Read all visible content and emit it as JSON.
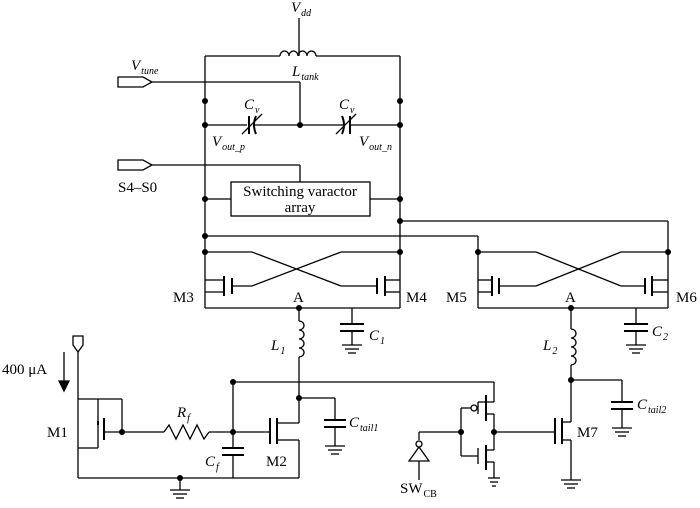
{
  "labels": {
    "vdd": {
      "main": "V",
      "sub": "dd"
    },
    "ltank": {
      "main": "L",
      "sub": "tank"
    },
    "vtune": {
      "main": "V",
      "sub": "tune"
    },
    "cv_left": {
      "main": "C",
      "sub": "v"
    },
    "cv_right": {
      "main": "C",
      "sub": "v"
    },
    "vout_p": {
      "main": "V",
      "sub": "out_p"
    },
    "vout_n": {
      "main": "V",
      "sub": "out_n"
    },
    "s4_s0": "S4–S0",
    "varactor_line1": "Switching varactor",
    "varactor_line2": "array",
    "m3": "M3",
    "m4": "M4",
    "m5": "M5",
    "m6": "M6",
    "node_a_left": "A",
    "node_a_right": "A",
    "c1": {
      "main": "C",
      "sub": "1"
    },
    "c2": {
      "main": "C",
      "sub": "2"
    },
    "l1": {
      "main": "L",
      "sub": "1"
    },
    "l2": {
      "main": "L",
      "sub": "2"
    },
    "current": "400 μA",
    "m1": "M1",
    "rf": {
      "main": "R",
      "sub": "f"
    },
    "cf": {
      "main": "C",
      "sub": "f"
    },
    "m2": "M2",
    "ctail1": {
      "main": "C",
      "sub": "tail1"
    },
    "ctail2": {
      "main": "C",
      "sub": "tail2"
    },
    "m7": "M7",
    "swcb": {
      "main": "SW",
      "sub": "CB"
    }
  }
}
